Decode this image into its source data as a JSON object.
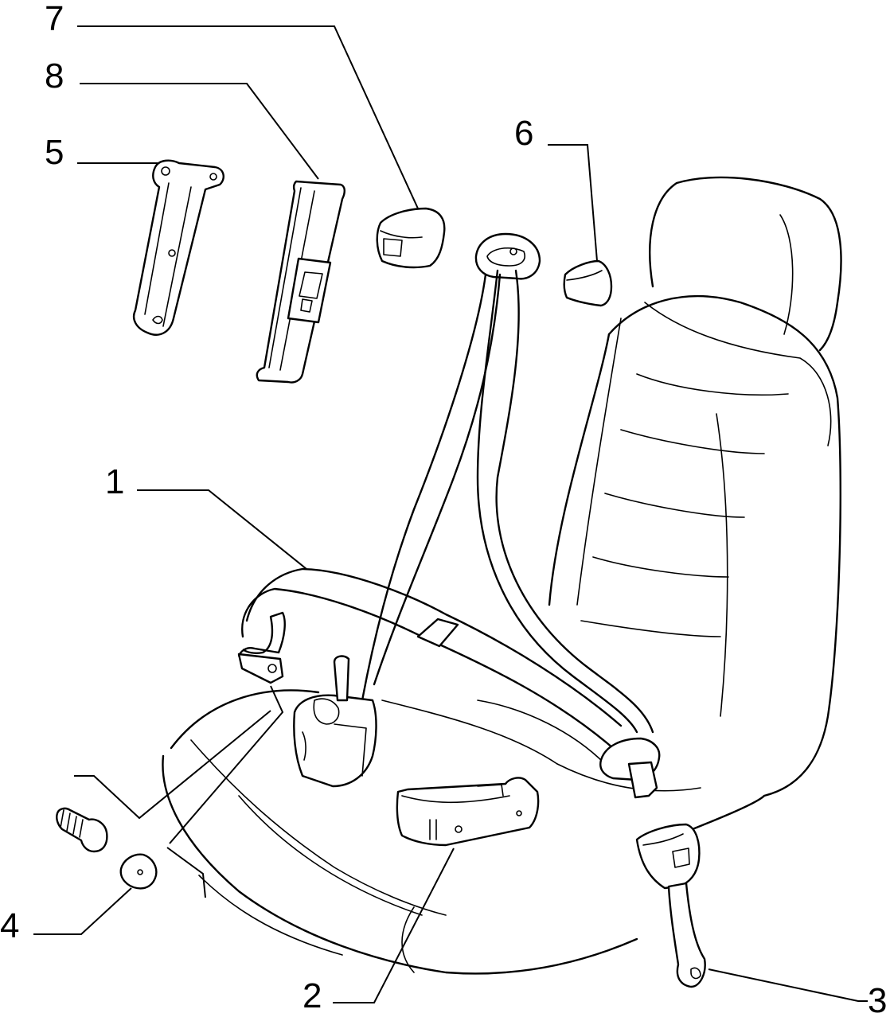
{
  "callouts": [
    {
      "id": "1",
      "label": "1"
    },
    {
      "id": "2",
      "label": "2"
    },
    {
      "id": "3",
      "label": "3"
    },
    {
      "id": "4",
      "label": "4"
    },
    {
      "id": "5",
      "label": "5"
    },
    {
      "id": "6",
      "label": "6"
    },
    {
      "id": "7",
      "label": "7"
    },
    {
      "id": "8",
      "label": "8"
    }
  ],
  "colors": {
    "stroke": "#000000",
    "background": "#ffffff"
  }
}
